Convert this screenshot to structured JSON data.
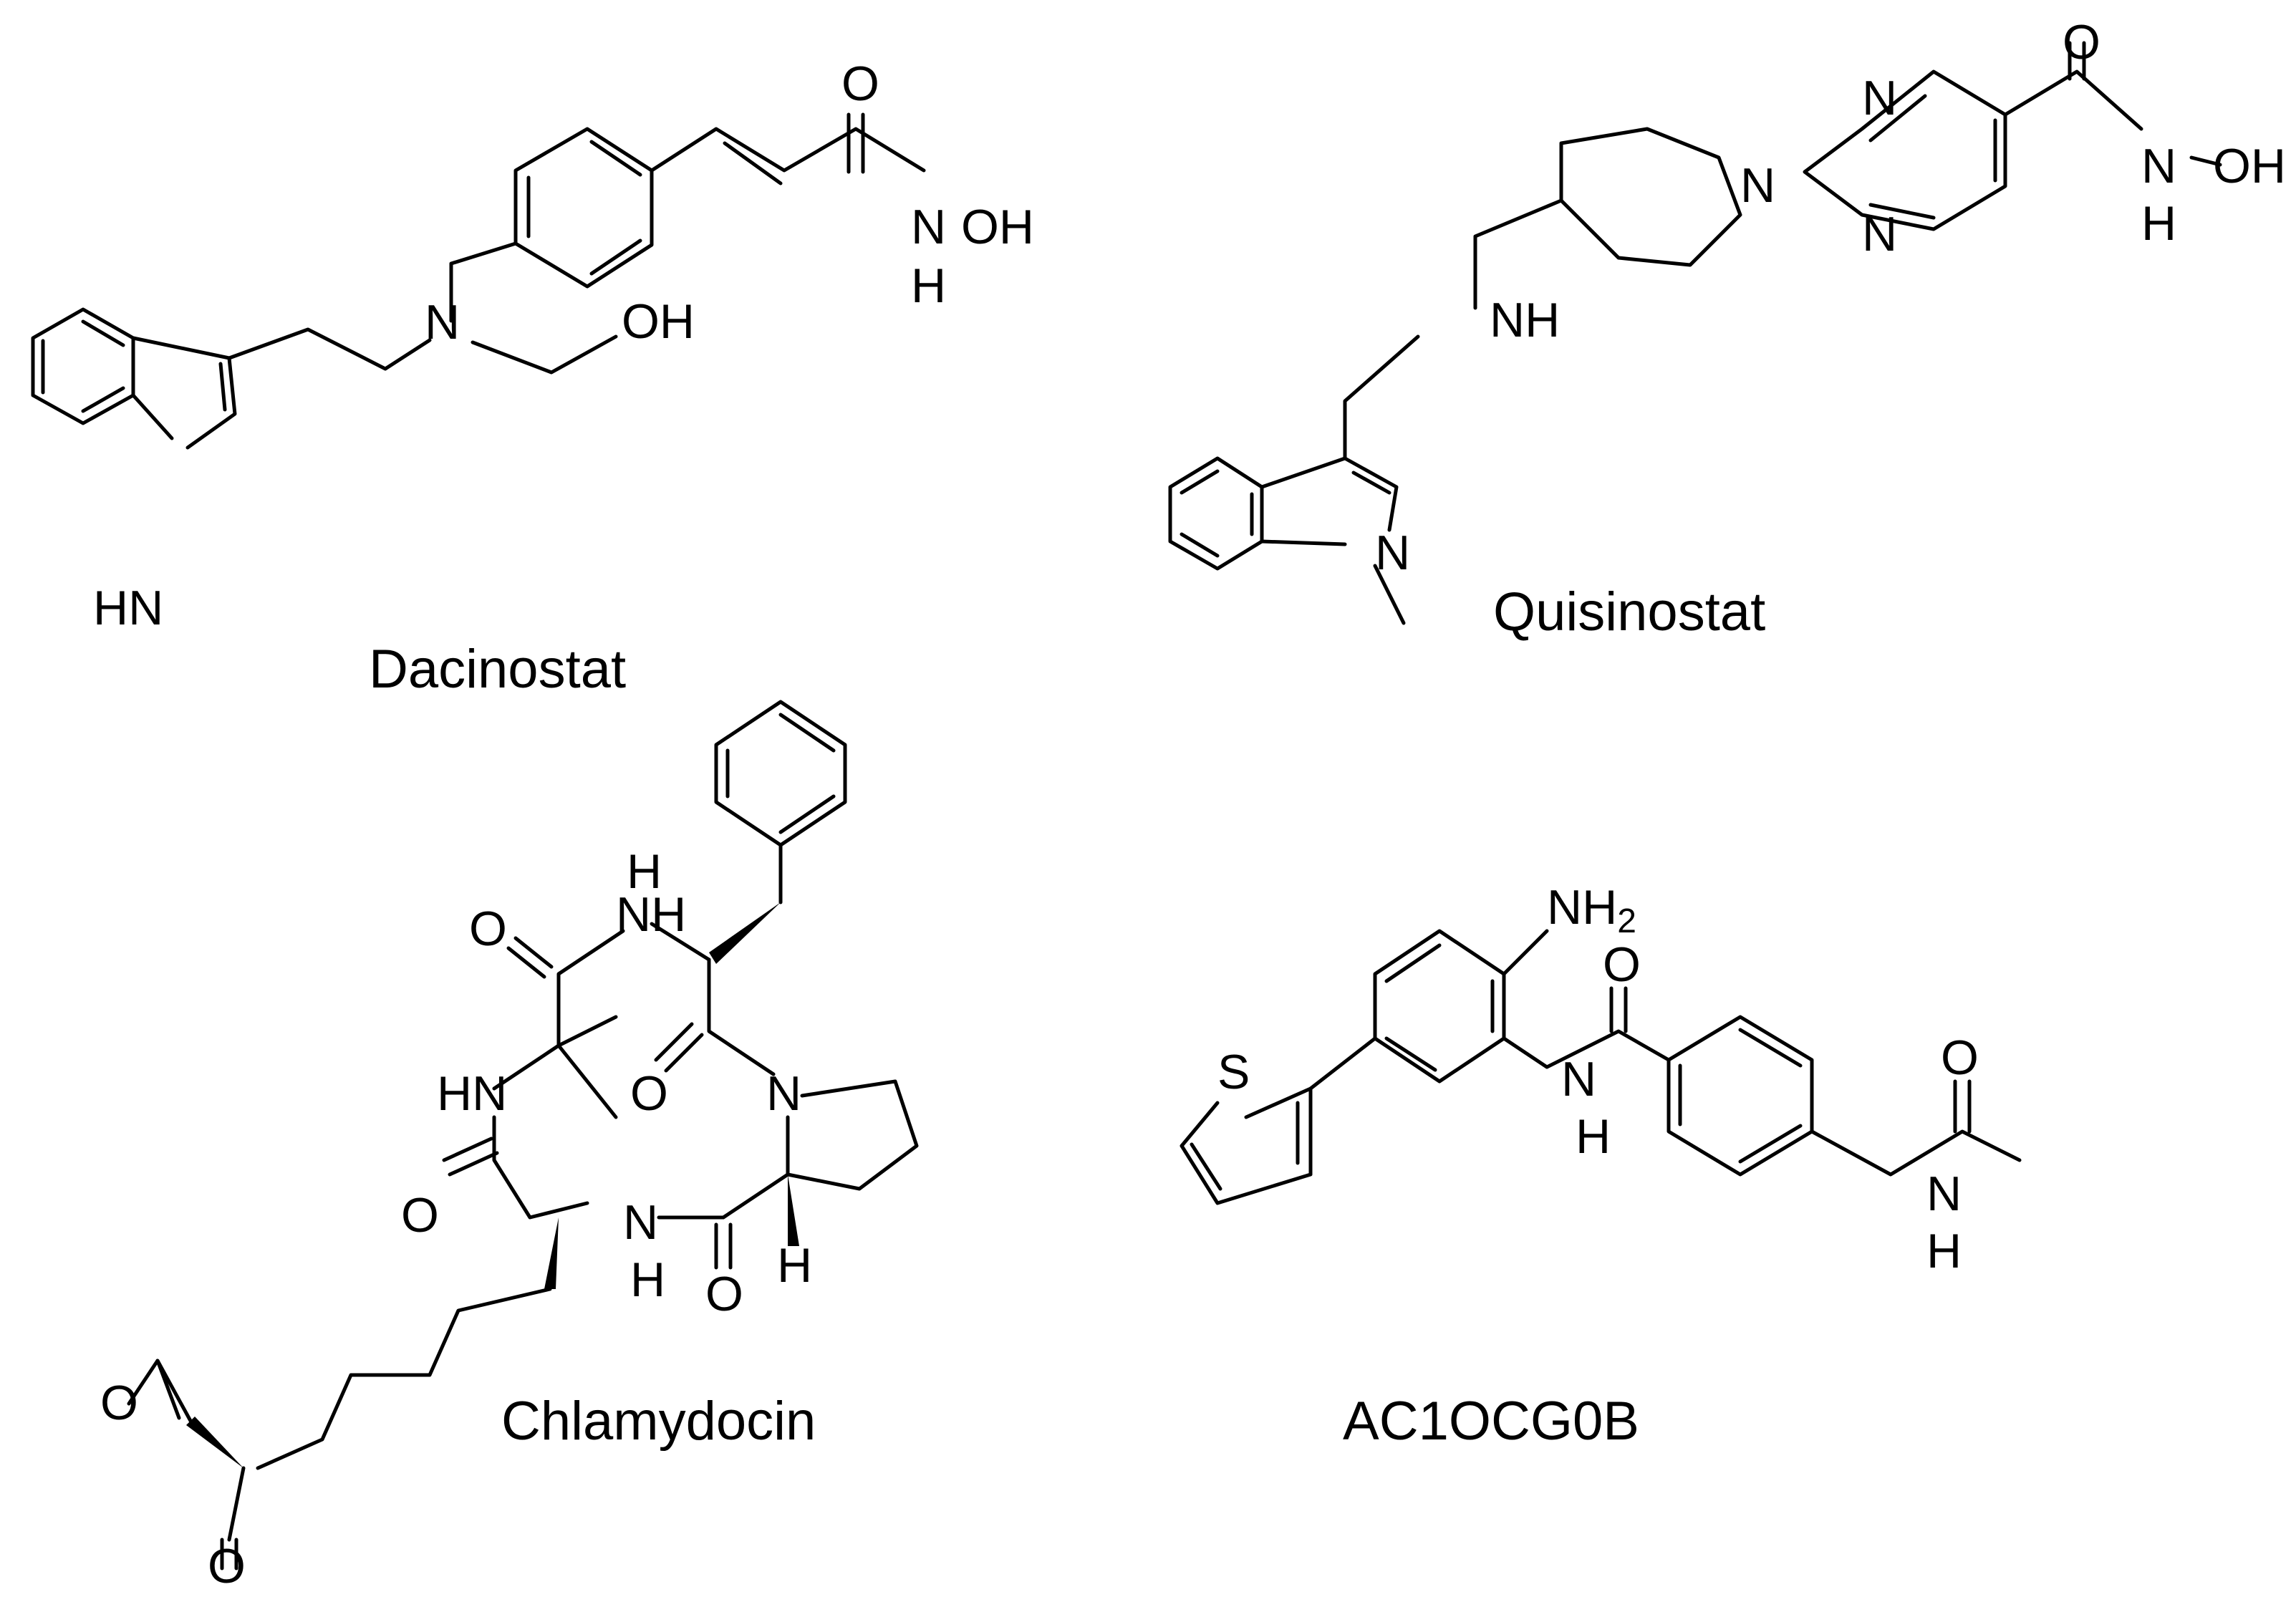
{
  "molecules": {
    "dacinostat": {
      "name": "Dacinostat"
    },
    "quisinostat": {
      "name": "Quisinostat"
    },
    "chlamydocin": {
      "name": "Chlamydocin"
    },
    "ac1ocg0b": {
      "name": "AC1OCG0B"
    }
  },
  "atoms": {
    "O": "O",
    "N": "N",
    "H": "H",
    "S": "S",
    "NH": "NH",
    "HN": "HN",
    "OH": "OH",
    "NH2_base": "NH",
    "NH2_sub": "2"
  }
}
